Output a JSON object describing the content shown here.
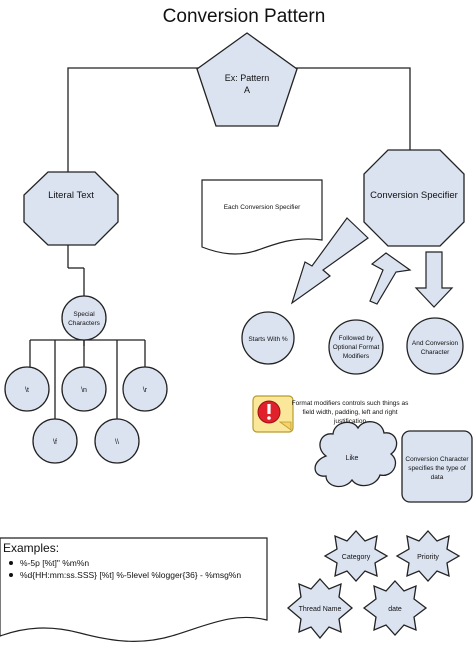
{
  "title": "Conversion Pattern",
  "pattern_node": {
    "line1": "Ex: Pattern",
    "line2": "A"
  },
  "literal_node": "Literal Text",
  "conversion_node": "Conversion Specifier",
  "doc_note": "Each Conversion Specifier",
  "special_node": {
    "line1": "Special",
    "line2": "Characters"
  },
  "escapes": [
    "\\t",
    "\\n",
    "\\r",
    "\\f",
    "\\\\"
  ],
  "steps": {
    "starts": "Starts With %",
    "followed": {
      "line1": "Followed by",
      "line2": "Optional Format",
      "line3": "Modifiers"
    },
    "and_conv": {
      "line1": "And Conversion",
      "line2": "Character"
    }
  },
  "modifier_note": {
    "line1": "Format modifiers controls such things as",
    "line2": "field width, padding, left and right",
    "line3": "justification"
  },
  "conv_char_box": {
    "line1": "Conversion Character",
    "line2": "specifies the type of",
    "line3": "data"
  },
  "like_cloud": "Like",
  "stars": [
    "Category",
    "Priority",
    "Thread Name",
    "date"
  ],
  "examples": {
    "heading": "Examples:",
    "items": [
      "%-5p [%t]\" %m%n",
      "%d{HH:mm:ss.SSS} [%t] %-5level %logger{36} - %msg%n"
    ]
  },
  "colors": {
    "node_fill": "#dbe3f1",
    "stroke": "#222222",
    "warning": "#e0202a"
  }
}
